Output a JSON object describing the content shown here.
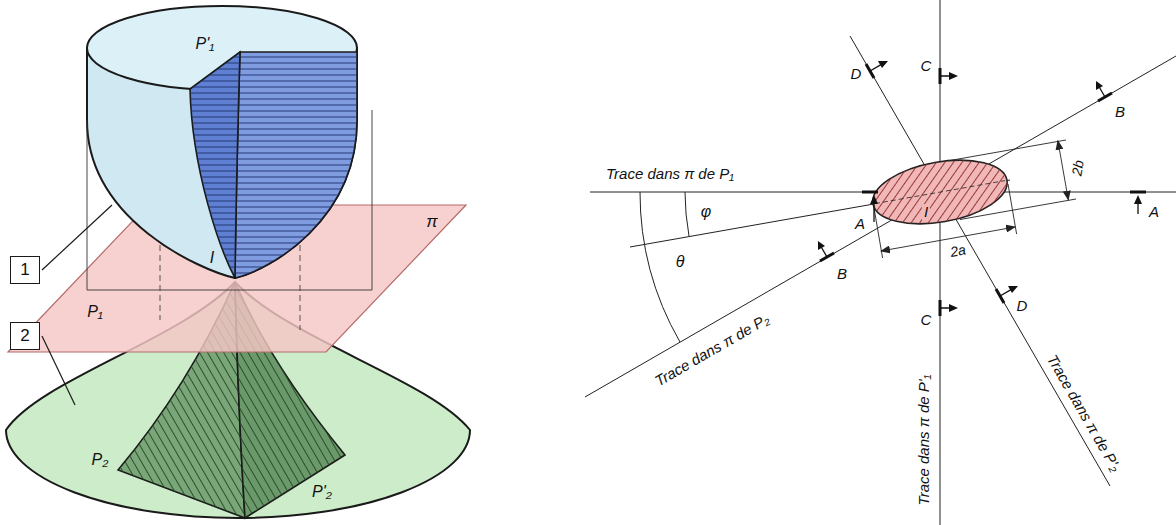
{
  "diagram": {
    "nodes": [
      {
        "text": [
          "1"
        ]
      },
      {
        "text": [
          "2"
        ]
      }
    ],
    "labels": [
      "P'₁",
      "I",
      "π",
      "P₁",
      "P₂",
      "P'₂",
      "Trace dans π de P₁",
      "φ",
      "θ",
      "Trace dans π de P₂",
      "D",
      "C",
      "B",
      "2b",
      "A",
      "I",
      "A",
      "B",
      "2a",
      "C",
      "D",
      "Trace dans π de P'₁",
      "Trace dans π de P'₂"
    ]
  }
}
